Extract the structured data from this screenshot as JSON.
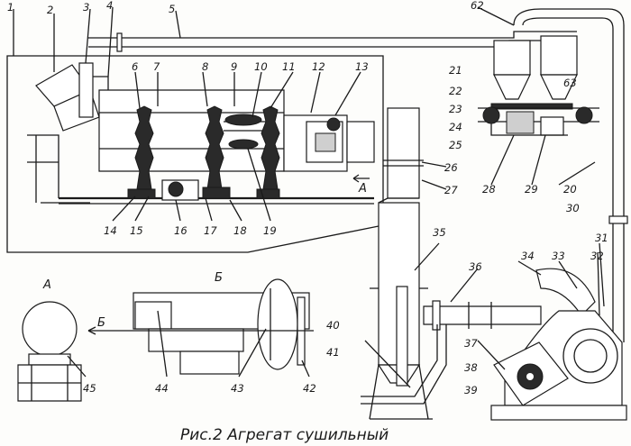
{
  "labels": [
    "1",
    "2",
    "3",
    "4",
    "5",
    "62",
    "21",
    "22",
    "23",
    "24",
    "25",
    "63",
    "6",
    "7",
    "8",
    "9",
    "10",
    "11",
    "12",
    "13",
    "14",
    "15",
    "16",
    "17",
    "18",
    "19",
    "26",
    "27",
    "28",
    "29",
    "20",
    "30",
    "35",
    "36",
    "34",
    "33",
    "31",
    "32",
    "37",
    "38",
    "39",
    "40",
    "41",
    "42",
    "43",
    "44",
    "45"
  ],
  "view_a": "А",
  "view_b": "Б",
  "arrow_a": "А",
  "arrow_b": "Б",
  "caption": "Рис.2 Агрегат сушильный"
}
